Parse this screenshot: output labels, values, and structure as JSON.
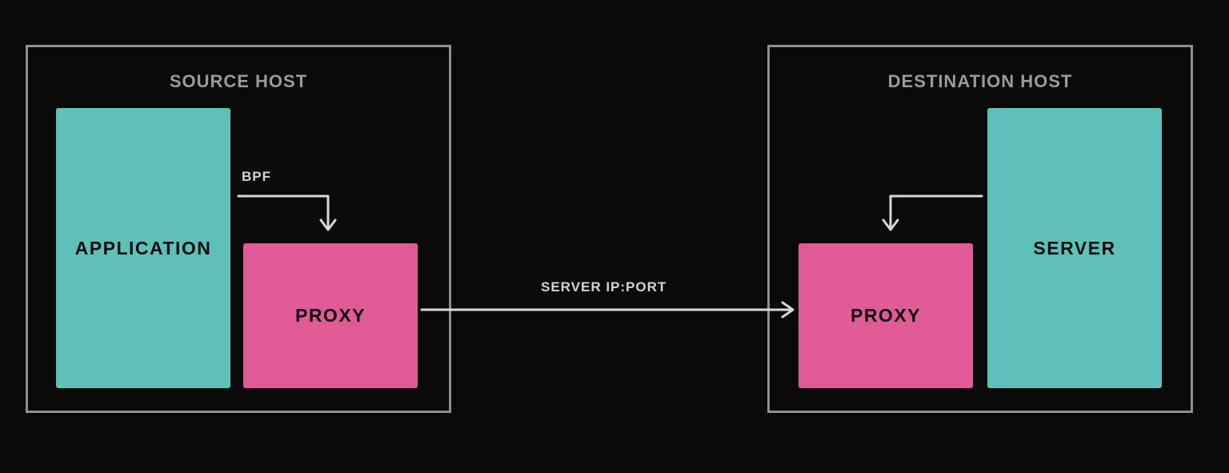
{
  "colors": {
    "teal": "#5fc0ba",
    "pink": "#e05a95",
    "background": "#0a0a0a",
    "border": "#8f8f8f",
    "arrow": "#d8d8d8"
  },
  "source_host": {
    "title": "SOURCE HOST",
    "application_label": "APPLICATION",
    "proxy_label": "PROXY",
    "bpf_label": "BPF"
  },
  "connection": {
    "label": "SERVER IP:PORT"
  },
  "destination_host": {
    "title": "DESTINATION HOST",
    "proxy_label": "PROXY",
    "server_label": "SERVER"
  }
}
